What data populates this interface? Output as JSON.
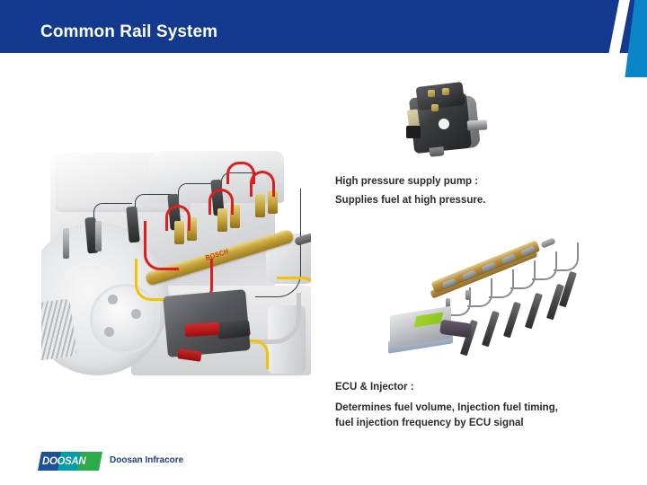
{
  "slide": {
    "header": {
      "title": "Common Rail System",
      "bg_color": "#133a8e",
      "accent_color": "#0c84c8"
    },
    "images": {
      "engine": {
        "name": "engine-with-common-rail-photo",
        "rail_brand_label": "BOSCH"
      },
      "pump": {
        "name": "high-pressure-supply-pump-photo"
      },
      "ecu_injector": {
        "name": "ecu-and-injector-assembly-photo"
      }
    },
    "captions": [
      {
        "id": "pump-caption",
        "heading": "High pressure supply pump :",
        "body": "Supplies fuel at high pressure."
      },
      {
        "id": "ecu-caption",
        "heading": "ECU & Injector :",
        "body_line1": "Determines fuel volume, Injection fuel timing,",
        "body_line2": "fuel injection frequency  by ECU signal"
      }
    ],
    "footer": {
      "logo_wordmark": "DOOSAN",
      "company_name": "Doosan Infracore",
      "logo_colors": {
        "blue": "#1c4f9c",
        "teal": "#00a0a8",
        "green": "#2bab4a",
        "text": "#1c3f7d"
      }
    }
  }
}
